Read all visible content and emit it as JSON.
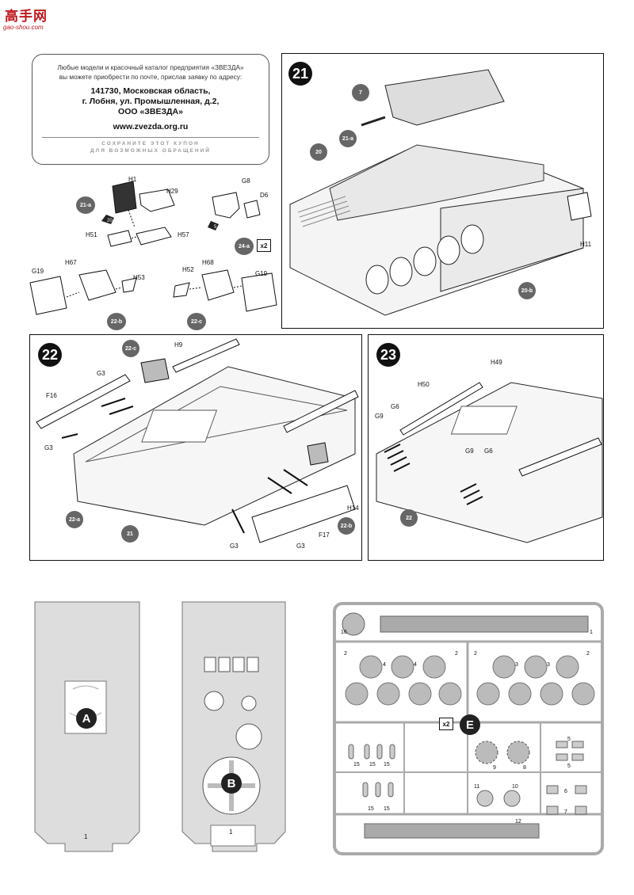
{
  "watermark": {
    "title": "高手网",
    "url": "gao-shou.com"
  },
  "coupon": {
    "intro": [
      "Любые модели и красочный каталог предприятия «ЗВЕЗДА»",
      "вы можете приобрести по почте, прислав заявку по адресу:"
    ],
    "address": [
      "141730, Московская область,",
      "г. Лобня, ул. Промышленная, д.2,",
      "ООО «ЗВЕЗДА»"
    ],
    "website": "www.zvezda.org.ru",
    "keep": [
      "СОХРАНИТЕ ЭТОТ КУПОН",
      "ДЛЯ ВОЗМОЖНЫХ ОБРАЩЕНИЙ"
    ]
  },
  "subassemblies": {
    "a21": {
      "label": "21-a",
      "parts": [
        "H1",
        "H29",
        "H51",
        "H57"
      ],
      "ref": "20"
    },
    "a24": {
      "label": "24-a",
      "parts": [
        "G8",
        "D6"
      ],
      "ref": "5",
      "mult": "x2"
    },
    "b22": {
      "label": "22-b",
      "parts": [
        "G19",
        "H67",
        "H53"
      ]
    },
    "c22": {
      "label": "22-c",
      "parts": [
        "H52",
        "H68",
        "G19"
      ]
    }
  },
  "step21": {
    "num": "21",
    "callouts": [
      "7",
      "21-a",
      "20",
      "H11",
      "20-b"
    ]
  },
  "step22": {
    "num": "22",
    "callouts": [
      "22-c",
      "H9",
      "G3",
      "F16",
      "G3",
      "22-a",
      "21",
      "G3",
      "G3",
      "F17",
      "H14",
      "22-b"
    ]
  },
  "step23": {
    "num": "23",
    "callouts": [
      "H50",
      "H49",
      "G9",
      "G6",
      "G9",
      "G6",
      "22"
    ]
  },
  "panels": {
    "a": "A",
    "b": "B",
    "num_a": "1",
    "num_b": "1"
  },
  "sprue": {
    "letter": "E",
    "mult": "x2",
    "labels": [
      "16",
      "1",
      "2",
      "4",
      "4",
      "2",
      "2",
      "3",
      "3",
      "2",
      "15",
      "15",
      "15",
      "15",
      "15",
      "9",
      "8",
      "11",
      "10",
      "5",
      "5",
      "6",
      "7",
      "12"
    ]
  }
}
